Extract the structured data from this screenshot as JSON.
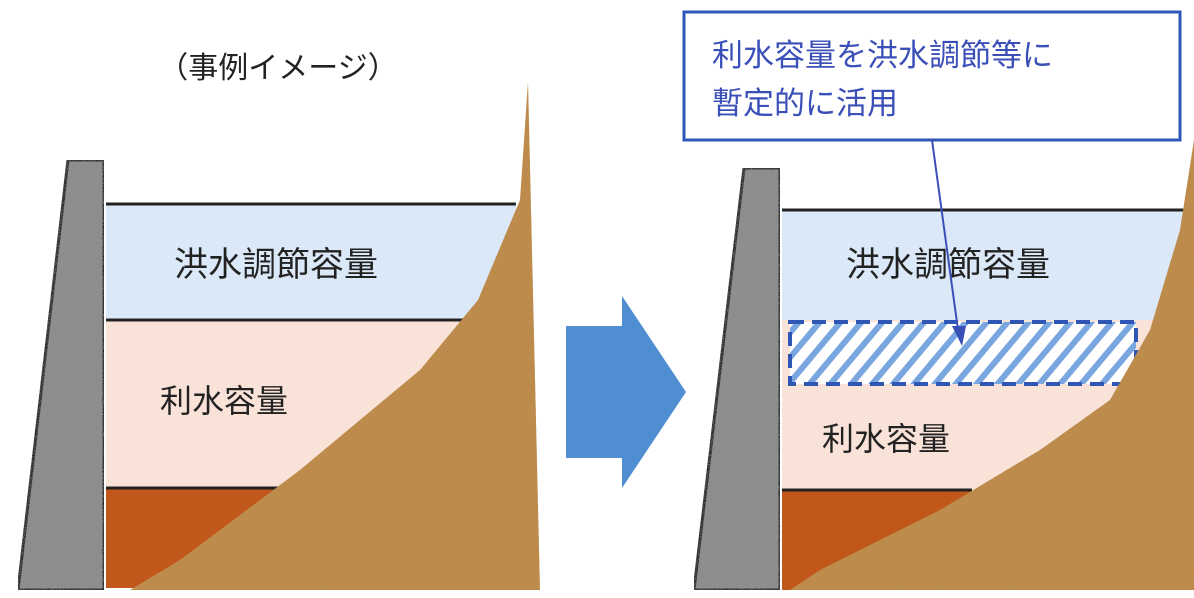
{
  "title": "（事例イメージ）",
  "before": {
    "flood_label": "洪水調節容量",
    "water_label": "利水容量"
  },
  "after": {
    "flood_label": "洪水調節容量",
    "water_label": "利水容量"
  },
  "callout": {
    "line1": "利水容量を洪水調節等に",
    "line2": "暫定的に活用"
  },
  "colors": {
    "flood": "#dbe8f7",
    "water": "#f9e3d8",
    "sediment": "#c2571c",
    "soil": "#c08a4a",
    "dam": "#8f8f8f",
    "arrow": "#4f8ed0",
    "callout_border": "#2f55b5",
    "hatch": "#5b90d8"
  }
}
